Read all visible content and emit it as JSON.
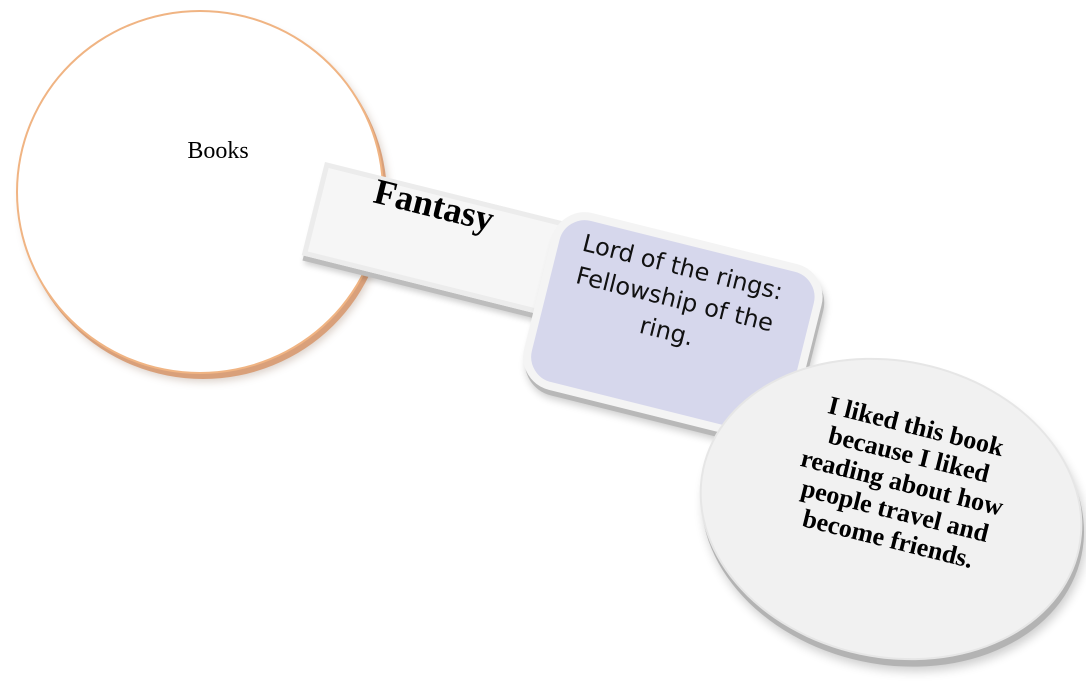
{
  "diagram": {
    "root": {
      "label": "Books"
    },
    "category": {
      "label": "Fantasy"
    },
    "book": {
      "label": "Lord of the rings: Fellowship of the ring."
    },
    "opinion": {
      "label": "I liked this book because I liked reading about how people travel and become friends."
    }
  },
  "colors": {
    "root_border": "#f0b483",
    "banner_fill": "#f6f6f6",
    "card_fill": "#d6d7ec",
    "ellipse_fill": "#f1f1f1"
  }
}
